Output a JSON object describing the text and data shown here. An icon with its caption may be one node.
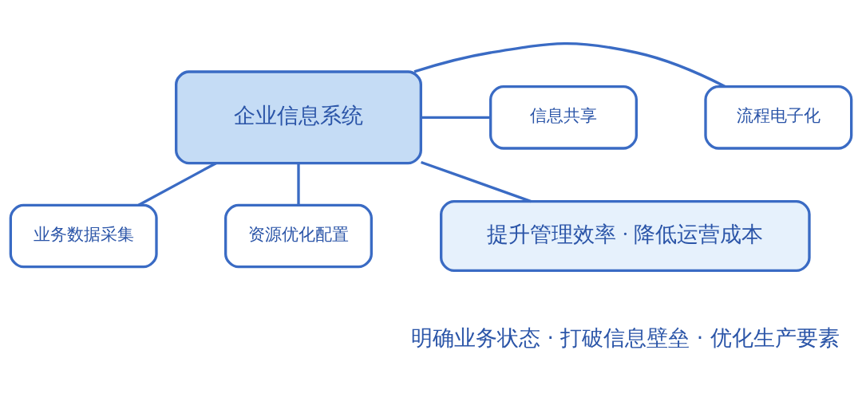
{
  "diagram": {
    "nodes": [
      {
        "text": [
          "流程电子化"
        ]
      },
      {
        "text": [
          "企业信息系统"
        ]
      },
      {
        "text": [
          "信息共享"
        ]
      },
      {
        "text": [
          "业务数据采集"
        ]
      },
      {
        "text": [
          "资源优化配置"
        ]
      },
      {
        "text": [
          "提升管理效率 · 降低运营成本"
        ]
      }
    ],
    "edges": [
      {
        "from": 1,
        "to": 0,
        "arrow": "none"
      },
      {
        "from": 1,
        "to": 3,
        "arrow": "none"
      },
      {
        "from": 1,
        "to": 2,
        "arrow": "none"
      },
      {
        "from": 1,
        "to": 4,
        "arrow": "none"
      },
      {
        "from": 1,
        "to": 5,
        "arrow": "none"
      }
    ],
    "labels": [
      "明确业务状态 · 打破信息壁垒 · 优化生产要素"
    ]
  }
}
